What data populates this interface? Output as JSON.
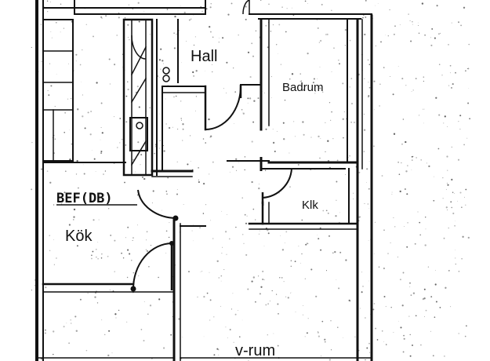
{
  "plan": {
    "rooms": {
      "hall": "Hall",
      "badrum": "Badrum",
      "klk": "Klk",
      "kok": "Kök",
      "vrum": "v-rum"
    },
    "annotation": "BEF(DB)"
  },
  "colors": {
    "paper": "#ffffff",
    "ink": "#111111"
  }
}
